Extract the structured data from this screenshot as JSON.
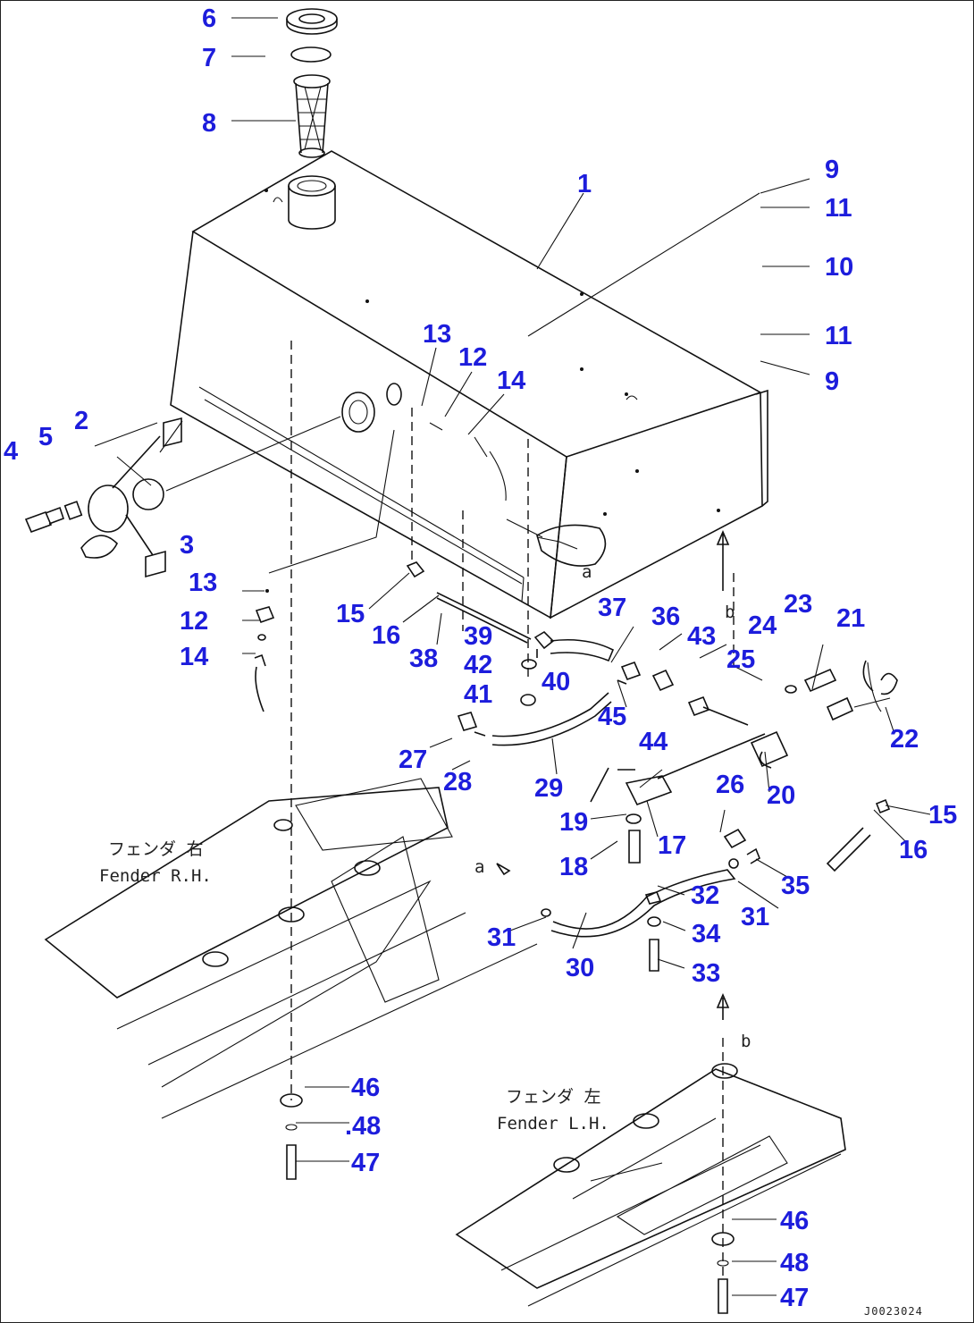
{
  "labels": [
    {
      "id": "6",
      "text": "6"
    },
    {
      "id": "7",
      "text": "7"
    },
    {
      "id": "8",
      "text": "8"
    },
    {
      "id": "1",
      "text": "1"
    },
    {
      "id": "9a",
      "text": "9"
    },
    {
      "id": "11a",
      "text": "11"
    },
    {
      "id": "10",
      "text": "10"
    },
    {
      "id": "11b",
      "text": "11"
    },
    {
      "id": "9b",
      "text": "9"
    },
    {
      "id": "13a",
      "text": "13"
    },
    {
      "id": "12a",
      "text": "12"
    },
    {
      "id": "14a",
      "text": "14"
    },
    {
      "id": "4",
      "text": "4"
    },
    {
      "id": "5",
      "text": "5"
    },
    {
      "id": "2",
      "text": "2"
    },
    {
      "id": "3",
      "text": "3"
    },
    {
      "id": "13b",
      "text": "13"
    },
    {
      "id": "12b",
      "text": "12"
    },
    {
      "id": "14b",
      "text": "14"
    },
    {
      "id": "15a",
      "text": "15"
    },
    {
      "id": "16a",
      "text": "16"
    },
    {
      "id": "38",
      "text": "38"
    },
    {
      "id": "39",
      "text": "39"
    },
    {
      "id": "42",
      "text": "42"
    },
    {
      "id": "40",
      "text": "40"
    },
    {
      "id": "41",
      "text": "41"
    },
    {
      "id": "37",
      "text": "37"
    },
    {
      "id": "36",
      "text": "36"
    },
    {
      "id": "43",
      "text": "43"
    },
    {
      "id": "23",
      "text": "23"
    },
    {
      "id": "24",
      "text": "24"
    },
    {
      "id": "21",
      "text": "21"
    },
    {
      "id": "25",
      "text": "25"
    },
    {
      "id": "22",
      "text": "22"
    },
    {
      "id": "45",
      "text": "45"
    },
    {
      "id": "27",
      "text": "27"
    },
    {
      "id": "28",
      "text": "28"
    },
    {
      "id": "29",
      "text": "29"
    },
    {
      "id": "44",
      "text": "44"
    },
    {
      "id": "20",
      "text": "20"
    },
    {
      "id": "26",
      "text": "26"
    },
    {
      "id": "19",
      "text": "19"
    },
    {
      "id": "17",
      "text": "17"
    },
    {
      "id": "15b",
      "text": "15"
    },
    {
      "id": "16b",
      "text": "16"
    },
    {
      "id": "18",
      "text": "18"
    },
    {
      "id": "32",
      "text": "32"
    },
    {
      "id": "35",
      "text": "35"
    },
    {
      "id": "31a",
      "text": "31"
    },
    {
      "id": "31b",
      "text": "31"
    },
    {
      "id": "34",
      "text": "34"
    },
    {
      "id": "30",
      "text": "30"
    },
    {
      "id": "33",
      "text": "33"
    },
    {
      "id": "46a",
      "text": "46"
    },
    {
      "id": "48a",
      "text": ".48"
    },
    {
      "id": "47a",
      "text": "47"
    },
    {
      "id": "46b",
      "text": "46"
    },
    {
      "id": "48b",
      "text": "48"
    },
    {
      "id": "47b",
      "text": "47"
    }
  ],
  "callouts": {
    "a1": "a",
    "a2": "a",
    "b1": "b",
    "b2": "b"
  },
  "fender_rh": {
    "jp": "フェンダ 右",
    "en": "Fender R.H."
  },
  "fender_lh": {
    "jp": "フェンダ 左",
    "en": "Fender L.H."
  },
  "drawing_code": "J0023024",
  "colors": {
    "label": "#1d1ddc",
    "line": "#111111"
  }
}
